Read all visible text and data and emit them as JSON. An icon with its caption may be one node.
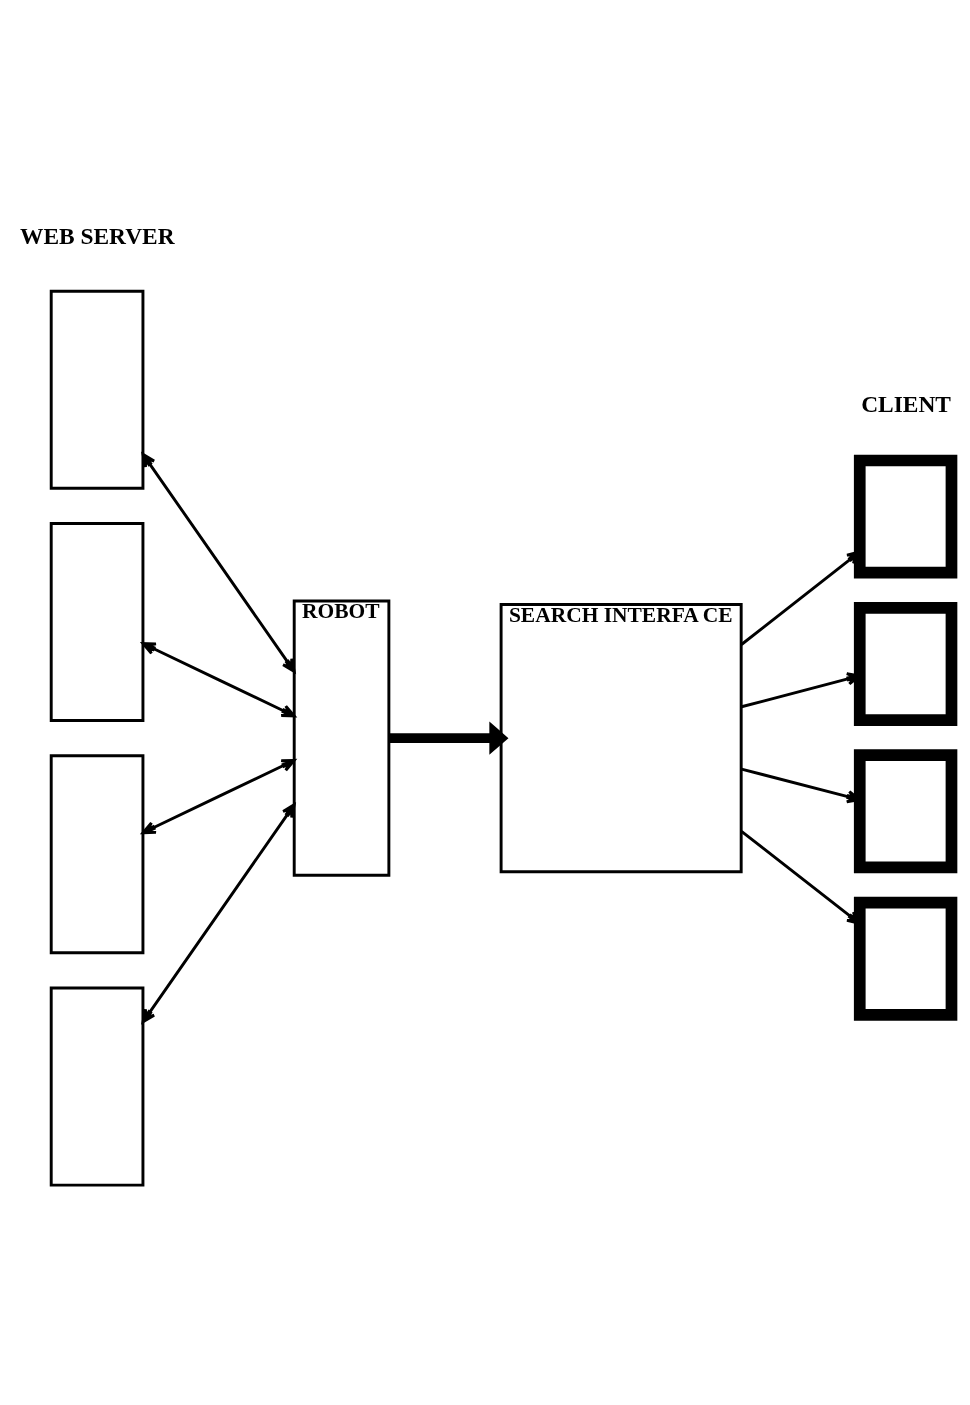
{
  "diagram": {
    "nodes": [
      {
        "text": [],
        "shape": "box"
      },
      {
        "text": [],
        "shape": "box"
      },
      {
        "text": [],
        "shape": "box"
      },
      {
        "text": [],
        "shape": "box"
      },
      {
        "text": [
          "ROBOT"
        ]
      },
      {
        "text": [
          "SEARCH INTERFA CE"
        ]
      },
      {
        "text": [],
        "shape": "box"
      },
      {
        "text": [],
        "shape": "box"
      },
      {
        "text": [],
        "shape": "box"
      },
      {
        "text": [],
        "shape": "box"
      }
    ],
    "edges": [
      {
        "from": 0,
        "to": 4,
        "arrow": "both"
      },
      {
        "from": 1,
        "to": 4,
        "arrow": "both"
      },
      {
        "from": 2,
        "to": 4,
        "arrow": "both"
      },
      {
        "from": 3,
        "to": 4,
        "arrow": "both"
      },
      {
        "from": 4,
        "to": 5,
        "arrow": "to",
        "style": "thick"
      },
      {
        "from": 5,
        "to": 6,
        "arrow": "to"
      },
      {
        "from": 5,
        "to": 7,
        "arrow": "to"
      },
      {
        "from": 5,
        "to": 8,
        "arrow": "to"
      },
      {
        "from": 5,
        "to": 9,
        "arrow": "to"
      }
    ],
    "labels": [
      "WEB SERVER",
      "CLIENT"
    ]
  }
}
